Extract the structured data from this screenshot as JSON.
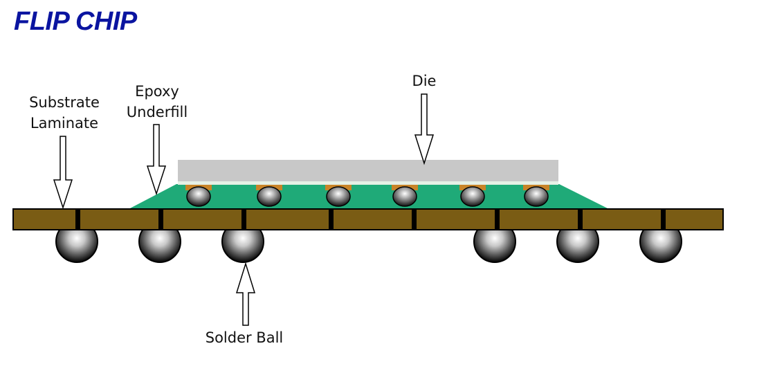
{
  "title": "FLIP CHIP",
  "labels": {
    "substrate": [
      "Substrate",
      "Laminate"
    ],
    "epoxy": [
      "Epoxy",
      "Underfill"
    ],
    "die": "Die",
    "solder_ball": "Solder Ball"
  },
  "colors": {
    "title": "#0a14a0",
    "substrate": "#7a5c14",
    "via": "#000000",
    "underfill": "#1faa78",
    "die": "#c8c8c8",
    "bump": "#c88428"
  },
  "counts": {
    "bumps": 6,
    "solder_balls_visible": 6
  }
}
